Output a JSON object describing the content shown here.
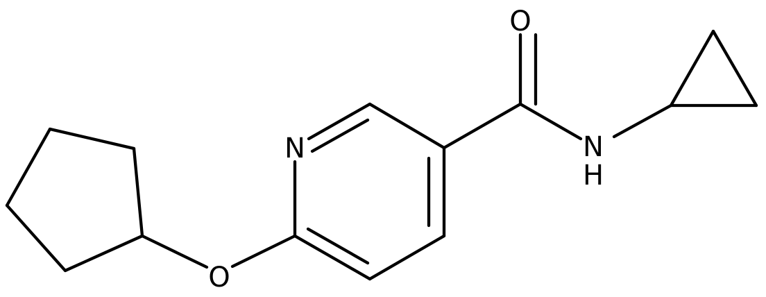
{
  "structure": {
    "atoms": {
      "N_ring": "N",
      "O_ether": "O",
      "O_carbonyl": "O",
      "N_amide": "N",
      "H_amide": "H"
    }
  }
}
